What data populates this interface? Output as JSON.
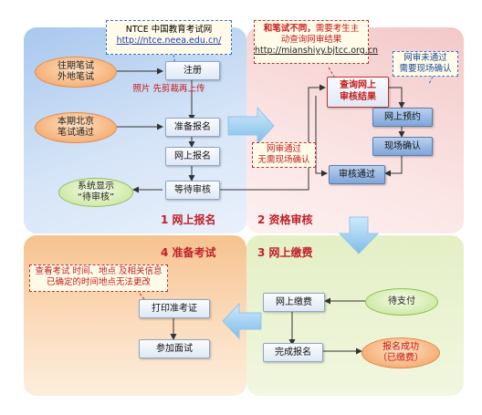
{
  "notes": {
    "ntce_title": "NTCE 中国教育考试网",
    "ntce_url": "http://ntce.neea.edu.cn/",
    "diff_line1": "和笔试不同，",
    "diff_line1b": "需要考生主",
    "diff_line2": "动查询网审结果",
    "diff_url": "http://mianshiyy.bjtcc.org.cn",
    "fail_line1": "网审未通过",
    "fail_line2": "需要现场确认",
    "photo": "照片 先剪裁再上传",
    "pass_line1": "网审通过",
    "pass_line2": "无需现场确认",
    "check_line1": "查看考试 时间、地点 及相关信息",
    "check_line2": "已确定的时间地点无法更改"
  },
  "ovals": {
    "other_line1": "往期笔试",
    "other_line2": "外地笔试",
    "local_line1": "本期北京",
    "local_line2": "笔试通过",
    "system_line1": "系统显示",
    "system_line2": "“待审核”",
    "pending_pay": "待支付",
    "success_line1": "报名成功",
    "success_line2": "（已缴费）"
  },
  "boxes": {
    "register": "注册",
    "prepare": "准备报名",
    "online_apply": "网上报名",
    "wait_review": "等待审核",
    "query_line1": "查询网上",
    "query_line2": "审核结果",
    "online_appt": "网上预约",
    "onsite_confirm": "现场确认",
    "review_pass": "审核通过",
    "online_pay": "网上缴费",
    "complete_apply": "完成报名",
    "print_ticket": "打印准考证",
    "interview": "参加面试"
  },
  "stages": {
    "s1": "1 网上报名",
    "s2": "2 资格审核",
    "s3": "3 网上缴费",
    "s4": "4 准备考试"
  },
  "colors": {
    "stage1_bg": "#c3d8f3",
    "stage2_bg": "#f8d7d7",
    "stage3_bg": "#ebf4d4",
    "stage4_bg": "#f9cfa5",
    "title_red": "#c0202a",
    "arrow_blue": "#8fc6ec"
  }
}
